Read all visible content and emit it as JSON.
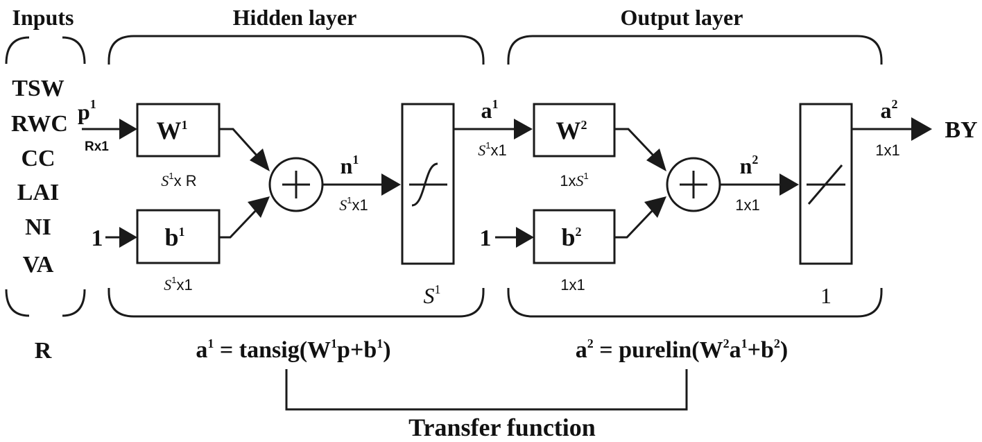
{
  "headers": {
    "inputs": "Inputs",
    "hidden": "Hidden layer",
    "output": "Output layer"
  },
  "inputs": {
    "variables": [
      "TSW",
      "RWC",
      "CC",
      "LAI",
      "NI",
      "VA"
    ],
    "r_label": "R"
  },
  "hidden_layer": {
    "p_sym": "p",
    "p_sup": "1",
    "p_dim": "Rx1",
    "w_sym": "W",
    "w_sup": "1",
    "w_dim_s": "S",
    "w_dim_sup": "1",
    "w_dim_rest": "x R",
    "bias_input": "1",
    "b_sym": "b",
    "b_sup": "1",
    "b_dim_s": "S",
    "b_dim_sup": "1",
    "b_dim_rest": "x1",
    "n_sym": "n",
    "n_sup": "1",
    "n_dim_s": "S",
    "n_dim_sup": "1",
    "n_dim_rest": "x1",
    "size_s": "S",
    "size_sup": "1",
    "a_sym": "a",
    "a_sup": "1",
    "a_dim_s": "S",
    "a_dim_sup": "1",
    "a_dim_rest": "x1"
  },
  "output_layer": {
    "w_sym": "W",
    "w_sup": "2",
    "w_dim_pre": "1x",
    "w_dim_s": "S",
    "w_dim_sup": "1",
    "bias_input": "1",
    "b_sym": "b",
    "b_sup": "2",
    "b_dim": "1x1",
    "n_sym": "n",
    "n_sup": "2",
    "n_dim": "1x1",
    "size": "1",
    "a_sym": "a",
    "a_sup": "2",
    "a_dim": "1x1",
    "output_name": "BY"
  },
  "equations": {
    "hidden": {
      "a": "a",
      "a_sup": "1",
      "eq": " = ",
      "fn": "tansig(",
      "w": "W",
      "w_sup": "1",
      "p": "p",
      "plus": "+",
      "b": "b",
      "b_sup": "1",
      "close": ")"
    },
    "output": {
      "a": "a",
      "a_sup": "2",
      "eq": " = ",
      "fn": "purelin(",
      "w": "W",
      "w_sup": "2",
      "a1": "a",
      "a1_sup": "1",
      "plus": "+",
      "b": "b",
      "b_sup": "2",
      "close": ")"
    }
  },
  "transfer_label": "Transfer function"
}
